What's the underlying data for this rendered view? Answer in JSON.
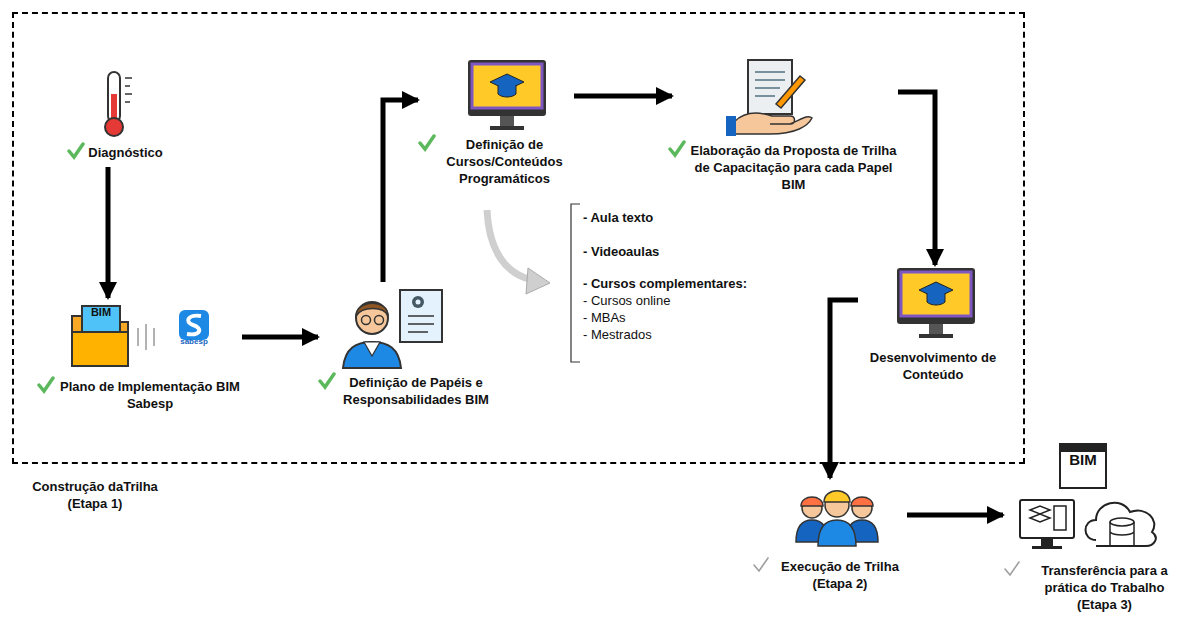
{
  "diagram": {
    "nodes": [
      {
        "text": [
          "Construção daTrilha (Etapa 1)"
        ]
      },
      {
        "text": [
          "Diagnóstico"
        ],
        "in": 0
      },
      {
        "text": [
          "Plano de Implementação BIM Sabesp"
        ],
        "in": 0
      },
      {
        "text": [
          "Definição de Papéis e Responsabilidades BIM"
        ],
        "in": 0
      },
      {
        "text": [
          "Definição de Cursos/Conteúdos Programáticos"
        ],
        "in": 0
      },
      {
        "text": [
          "Elaboração da Proposta de Trilha de Capacitação para cada Papel BIM"
        ],
        "in": 0
      },
      {
        "text": [
          "Desenvolvimento de Conteúdo"
        ],
        "in": 0
      },
      {
        "text": [
          "Execução de Trilha (Etapa 2)"
        ]
      },
      {
        "text": [
          "Transferência para a prática do Trabalho (Etapa 3)"
        ]
      }
    ],
    "edges": [
      {
        "from": 1,
        "to": 2,
        "arrow": "to"
      },
      {
        "from": 2,
        "to": 3,
        "arrow": "to"
      },
      {
        "from": 3,
        "to": 4,
        "arrow": "to"
      },
      {
        "from": 4,
        "to": 5,
        "arrow": "to"
      },
      {
        "from": 5,
        "to": 6,
        "arrow": "to"
      },
      {
        "from": 6,
        "to": 7,
        "arrow": "to"
      },
      {
        "from": 7,
        "to": 8,
        "arrow": "to"
      }
    ],
    "labels": [
      "BIM",
      "sabesp",
      "- Aula texto",
      "- Videoaulas",
      "- Cursos complementares:",
      "- Cursos online",
      "- MBAs",
      "- Mestrados",
      "BIM"
    ]
  }
}
